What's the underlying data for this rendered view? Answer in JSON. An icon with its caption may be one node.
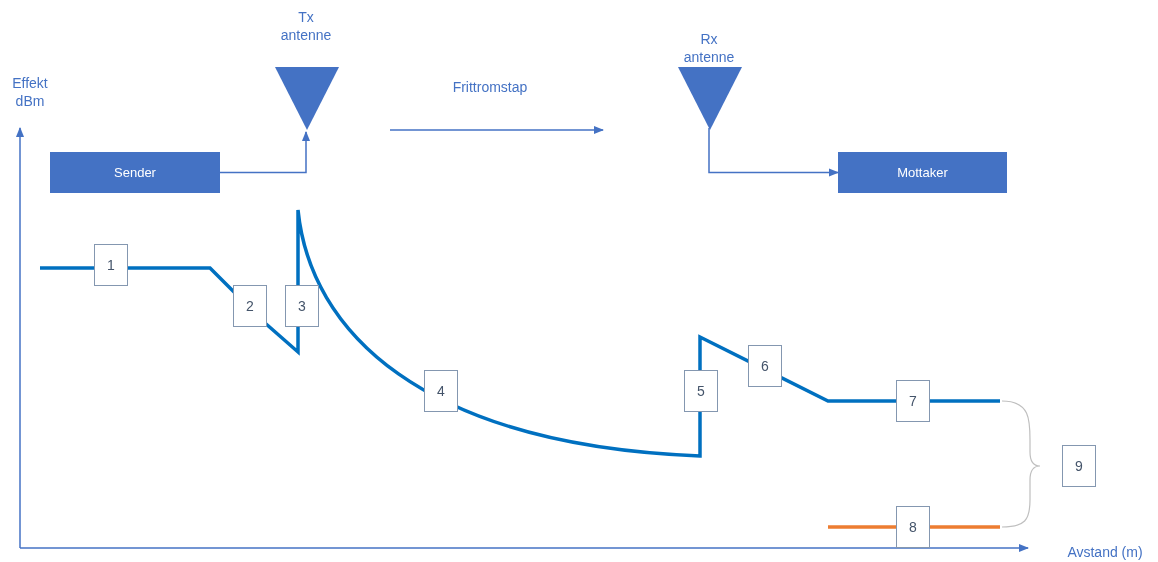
{
  "diagram": {
    "nodes": [
      {
        "text": [
          "Tx antenne"
        ]
      },
      {
        "text": [
          "Rx antenne"
        ]
      },
      {
        "text": [
          "Sender"
        ]
      },
      {
        "text": [
          "Mottaker"
        ]
      },
      {
        "text": [
          "1"
        ]
      },
      {
        "text": [
          "2"
        ]
      },
      {
        "text": [
          "3"
        ]
      },
      {
        "text": [
          "4"
        ]
      },
      {
        "text": [
          "5"
        ]
      },
      {
        "text": [
          "6"
        ]
      },
      {
        "text": [
          "7"
        ]
      },
      {
        "text": [
          "8"
        ]
      },
      {
        "text": [
          "9"
        ]
      }
    ],
    "edges": [
      {
        "from": 2,
        "to": 0,
        "arrow": "to"
      },
      {
        "from": 1,
        "to": 3,
        "arrow": "to"
      }
    ],
    "labels": [
      "Effekt dBm",
      "Frittromstap",
      "Avstand (m)"
    ]
  }
}
